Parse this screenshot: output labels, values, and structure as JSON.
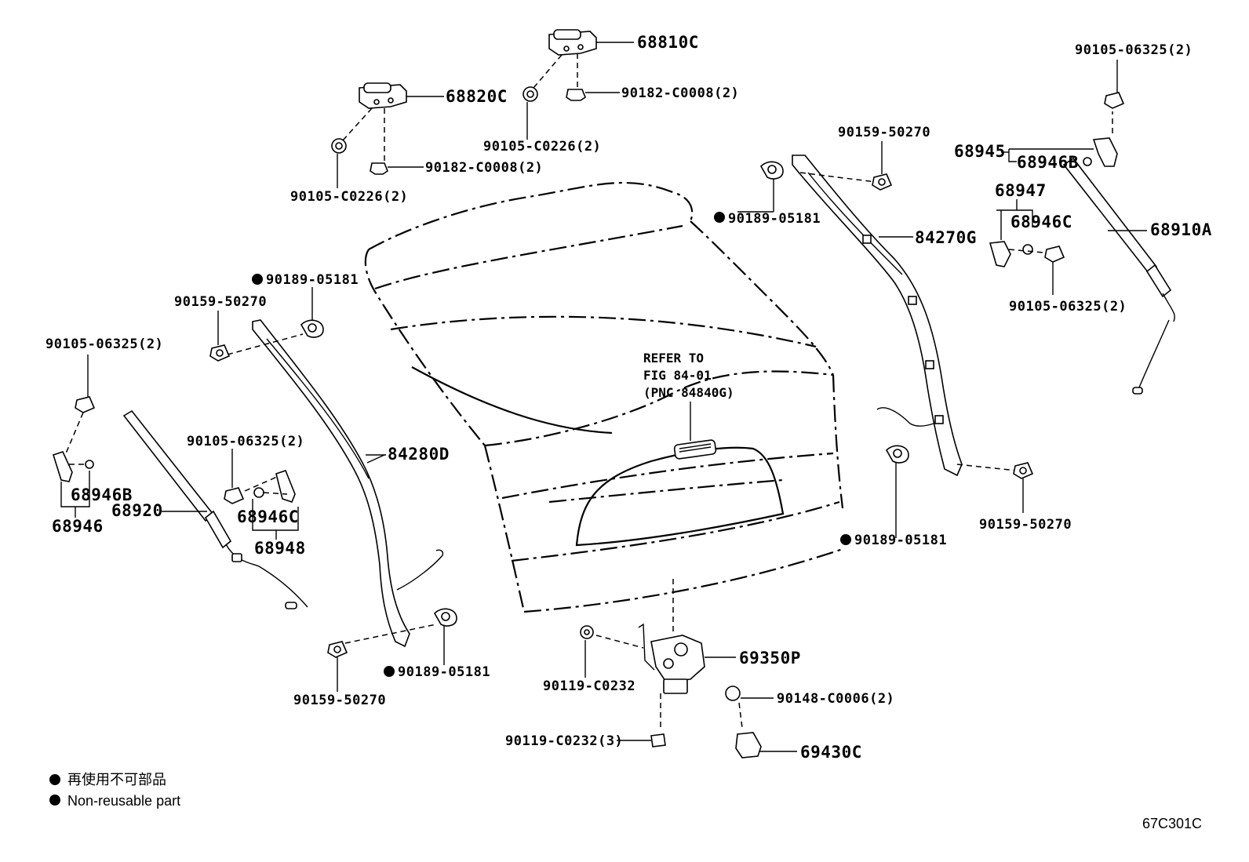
{
  "labels": {
    "hinge_right": "68810C",
    "hinge_left": "68820C",
    "nut_top_right": "90182-C0008(2)",
    "bolt_top_right": "90105-C0226(2)",
    "nut_top_left": "90182-C0008(2)",
    "bolt_top_left": "90105-C0226(2)",
    "clip_r1": "90159-50270",
    "clip_r2": "90189-05181",
    "garnish_right": "84270G",
    "bolt_far_right_top": "90105-06325(2)",
    "ball_joint_r_asm": "68945",
    "ball_joint_r_b": "68946B",
    "ball_joint_r_asm2": "68947",
    "ball_joint_r_c": "68946C",
    "stay_right": "68910A",
    "bolt_far_right_mid": "90105-06325(2)",
    "clip_r3": "90189-05181",
    "clip_r4": "90159-50270",
    "clip_l1": "90189-05181",
    "clip_l2": "90159-50270",
    "bolt_far_left": "90105-06325(2)",
    "garnish_left": "84280D",
    "stay_left": "68920",
    "ball_joint_l_b": "68946B",
    "ball_joint_l_asm": "68946",
    "bolt_left_mid": "90105-06325(2)",
    "ball_joint_l_c": "68946C",
    "ball_joint_l_asm2": "68948",
    "clip_l3": "90159-50270",
    "clip_l4": "90189-05181",
    "screw_lock_1": "90119-C0232",
    "lock_asm": "69350P",
    "screw_lock_2": "90119-C0232(3)",
    "stopper_bolt": "90148-C0006(2)",
    "striker": "69430C"
  },
  "refer": {
    "line1": "REFER TO",
    "line2": "FIG 84-01",
    "line3": "(PNC 84840G)"
  },
  "legend": {
    "jp": "再使用不可部品",
    "en": "Non-reusable part"
  },
  "figure_id": "67C301C"
}
